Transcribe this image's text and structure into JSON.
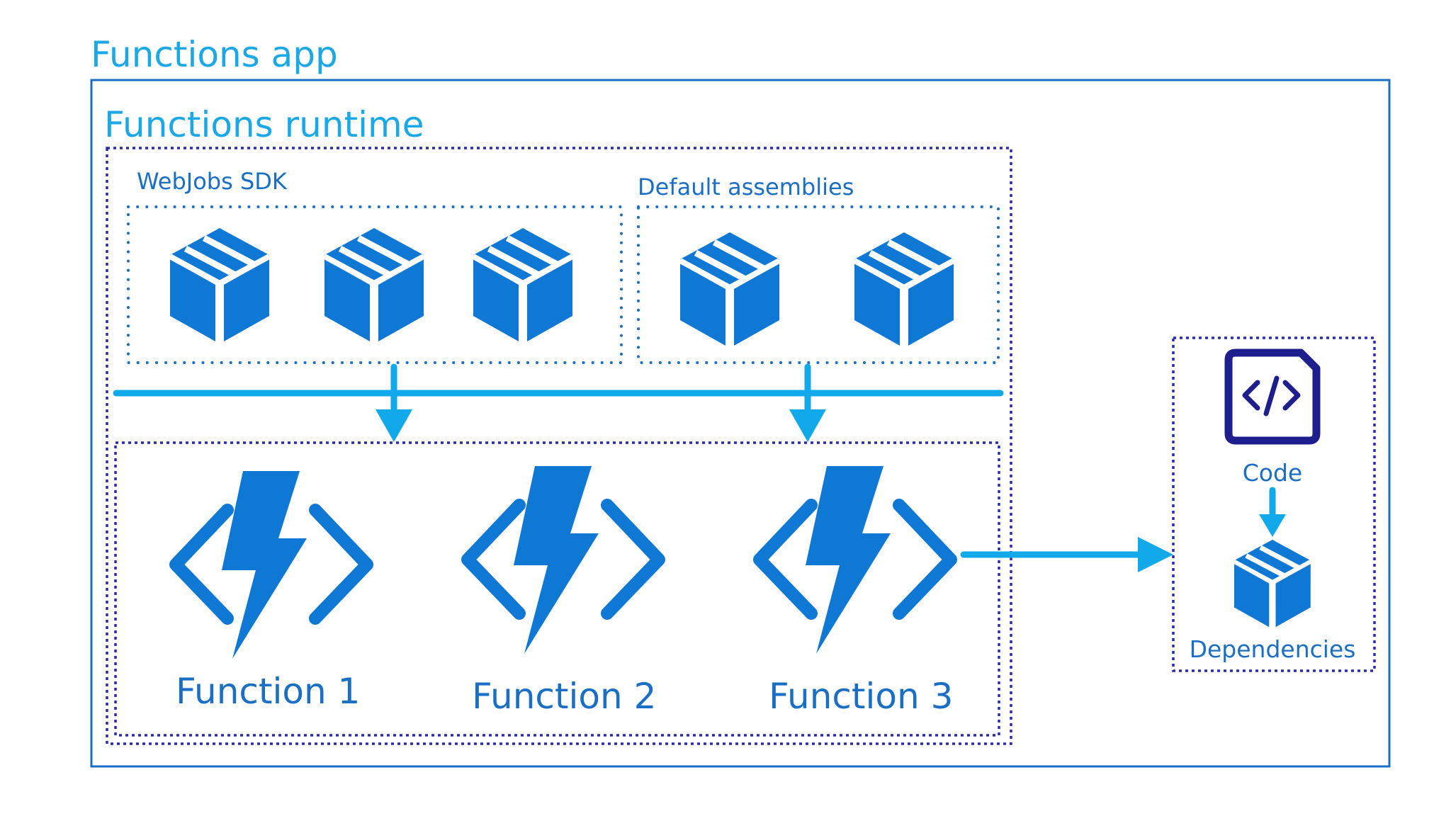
{
  "functions_app": {
    "title": "Functions app"
  },
  "functions_runtime": {
    "title": "Functions runtime"
  },
  "webjobs_sdk": {
    "label": "WebJobs SDK",
    "icon": "package-icon"
  },
  "default_assemblies": {
    "label": "Default assemblies",
    "icon": "package-icon"
  },
  "functions": [
    {
      "label": "Function 1",
      "icon": "azure-function-icon"
    },
    {
      "label": "Function 2",
      "icon": "azure-function-icon"
    },
    {
      "label": "Function 3",
      "icon": "azure-function-icon"
    }
  ],
  "side_panel": {
    "code_label": "Code",
    "code_icon": "code-file-icon",
    "dependencies_label": "Dependencies",
    "dependencies_icon": "package-icon"
  },
  "colors": {
    "accent_light": "#12a9ea",
    "icon_blue": "#0f78d4",
    "label_blue": "#1a6fc4",
    "frame_navy": "#2a2ab0",
    "code_navy": "#1e1e8c"
  }
}
